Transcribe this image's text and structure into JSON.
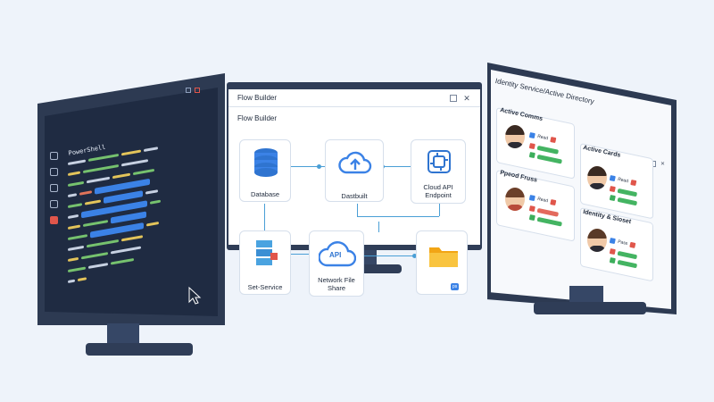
{
  "left_monitor": {
    "editor_title": "PowerShell"
  },
  "center_window": {
    "titlebar": "Flow Builder",
    "heading": "Flow Builder",
    "nodes": [
      {
        "label": "Database"
      },
      {
        "label": "Dastbuilt"
      },
      {
        "label": "Cloud API\nEndpoint"
      },
      {
        "label": "Set-Service"
      },
      {
        "label": "Network File\nShare"
      },
      {
        "label": ""
      }
    ],
    "api_badge": "API",
    "folder_badge": "ps"
  },
  "right_monitor": {
    "title": "Identity Service/Active Directory",
    "cards": [
      {
        "title": "Active Comms",
        "roles": [
          {
            "label": "Read"
          },
          {
            "label": ""
          },
          {
            "label": ""
          }
        ]
      },
      {
        "title": "Active Cards",
        "roles": [
          {
            "label": "Read"
          },
          {
            "label": ""
          },
          {
            "label": ""
          }
        ]
      },
      {
        "title": "Ppeod Fruss",
        "roles": [
          {
            "label": "Read"
          },
          {
            "label": ""
          },
          {
            "label": ""
          }
        ]
      },
      {
        "title": "Identity & Sioset",
        "roles": [
          {
            "label": "Pass"
          },
          {
            "label": ""
          },
          {
            "label": ""
          }
        ]
      }
    ]
  },
  "icons": [
    "menu-icon",
    "home-icon",
    "folder-icon",
    "terminal-icon",
    "close-icon",
    "window-icon",
    "mouse-cursor-icon"
  ],
  "colors": {
    "accent": "#3b82e6",
    "connector": "#4a9fd6",
    "success": "#44b462",
    "danger": "#e0564b",
    "bezel": "#2f3d57"
  }
}
